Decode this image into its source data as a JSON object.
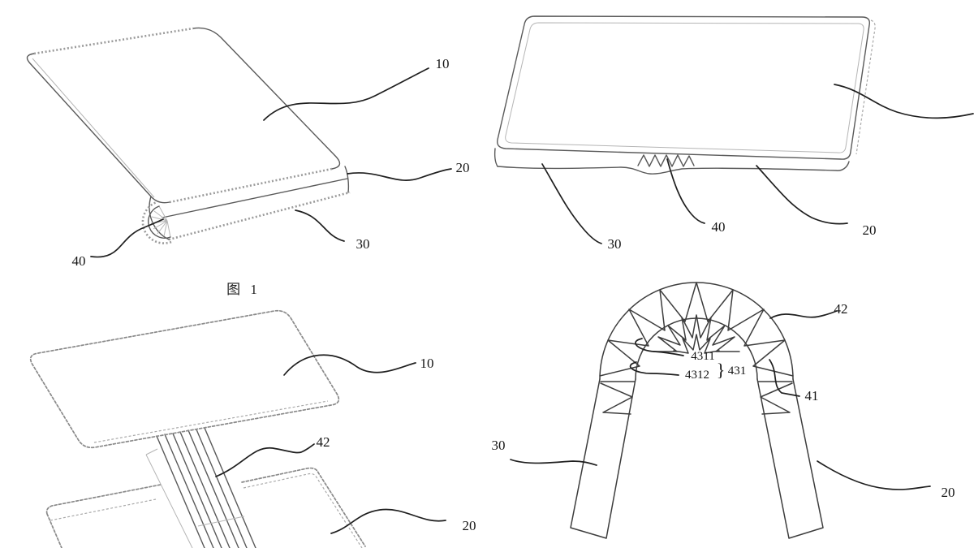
{
  "fig1": {
    "caption": "图 1",
    "label_display": "10",
    "label_upper_half": "20",
    "label_lower_half": "30",
    "label_hinge": "40"
  },
  "fig2": {
    "label_lower_half": "30",
    "label_hinge": "40",
    "label_upper_half": "20"
  },
  "fig3": {
    "label_display": "10",
    "label_hinge_band": "42",
    "label_body": "20"
  },
  "fig4": {
    "label_teeth_ring": "42",
    "label_leaf_outer": "4311",
    "label_leaf_inner": "4312",
    "label_leaf_group": "431",
    "label_group_brace": "}",
    "label_support": "41",
    "label_left_leg": "30",
    "label_right_leg": "20"
  }
}
